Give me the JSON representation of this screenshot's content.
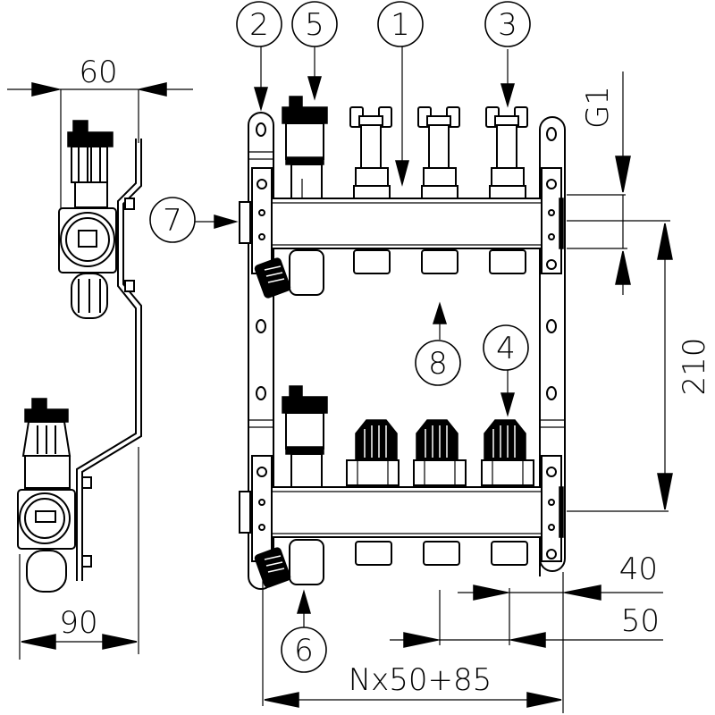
{
  "diagram": {
    "title": "Heating manifold technical drawing",
    "callouts": [
      {
        "id": "1",
        "label": "1",
        "target": "manifold-bar-upper"
      },
      {
        "id": "2",
        "label": "2",
        "target": "mounting-bracket"
      },
      {
        "id": "3",
        "label": "3",
        "target": "flow-meter-cap"
      },
      {
        "id": "4",
        "label": "4",
        "target": "valve-handwheel"
      },
      {
        "id": "5",
        "label": "5",
        "target": "air-vent-upper"
      },
      {
        "id": "6",
        "label": "6",
        "target": "drain-valve"
      },
      {
        "id": "7",
        "label": "7",
        "target": "end-cap"
      },
      {
        "id": "8",
        "label": "8",
        "target": "gap"
      }
    ],
    "dimensions": {
      "side_width_top": "60",
      "side_width_bottom": "90",
      "thread": "G1",
      "bar_spacing": "210",
      "edge_offset": "40",
      "outlet_pitch": "50",
      "total_length": "Nx50+85"
    },
    "outlets_per_bar": 3
  }
}
